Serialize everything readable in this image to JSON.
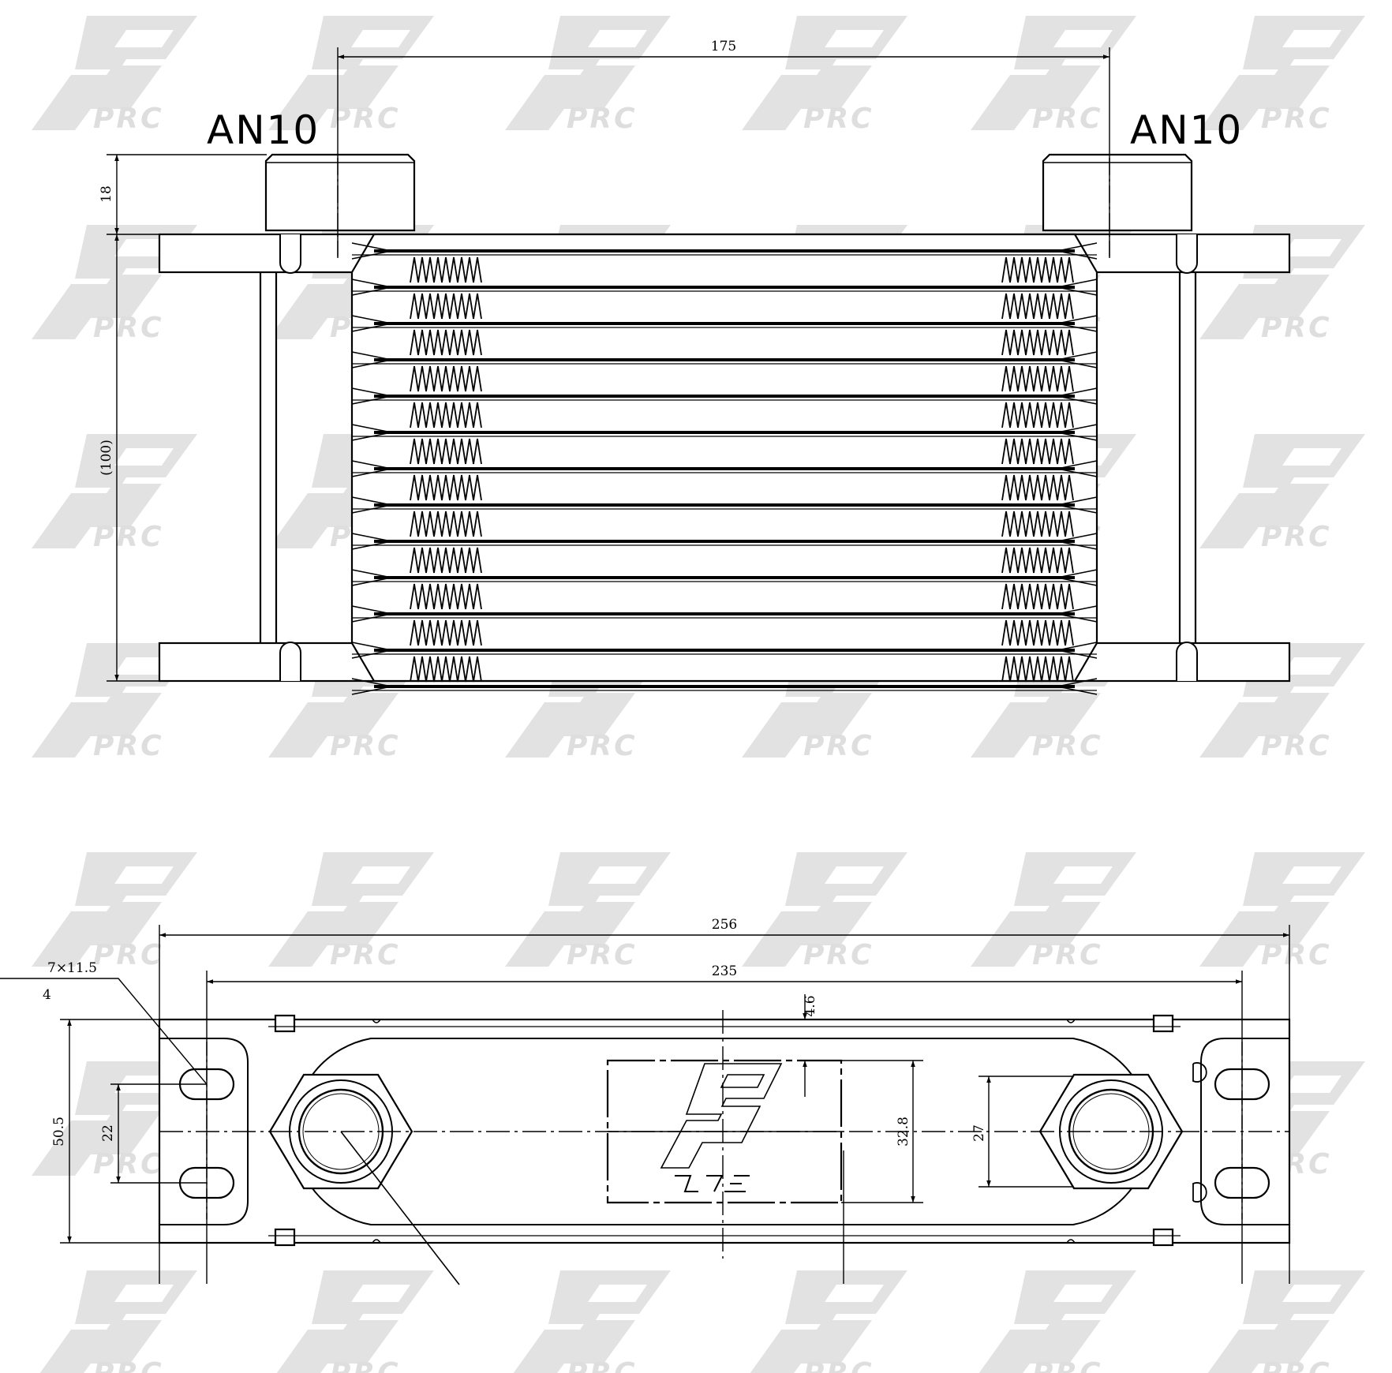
{
  "watermark": {
    "brand_text": "PRC",
    "color": "#d9d9d9"
  },
  "front_view": {
    "port_left_label": "AN10",
    "port_right_label": "AN10",
    "dim_port_spacing": "175",
    "dim_port_height": "18",
    "dim_core_height": "(100)"
  },
  "top_view": {
    "dim_overall_length": "256",
    "dim_mount_spacing": "235",
    "dim_slot_size": "7×11.5",
    "dim_slot_count": "4",
    "dim_overall_width": "50.5",
    "dim_slot_spacing": "22",
    "dim_flange_offset": "4.6",
    "dim_label_height": "32.8",
    "dim_hex_size": "27"
  },
  "colors": {
    "line": "#000000",
    "background": "#ffffff"
  }
}
